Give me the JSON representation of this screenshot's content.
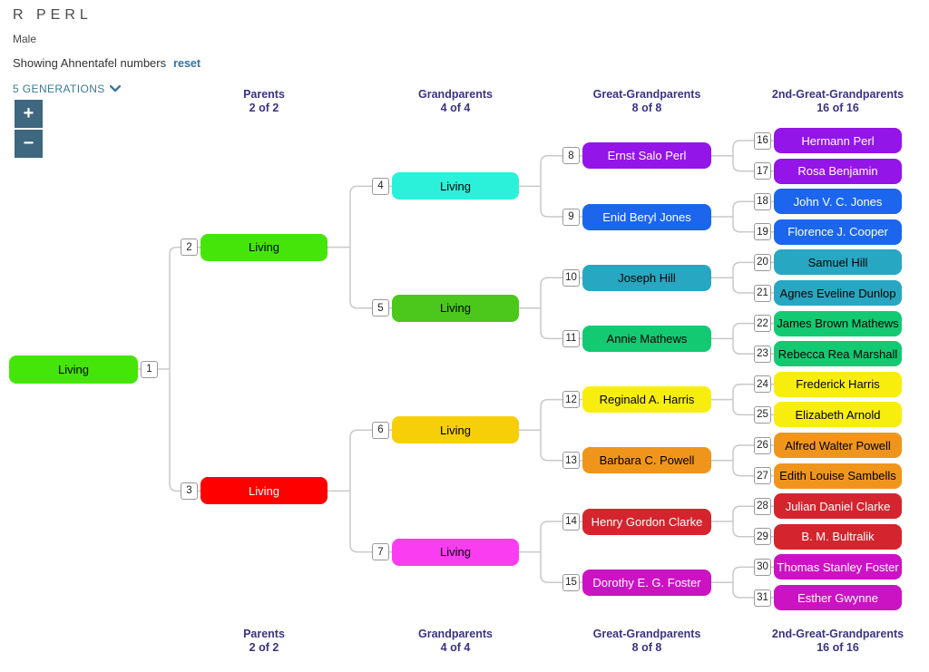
{
  "header": {
    "title": "R PERL",
    "subtitle": "Male",
    "showing_label": "Showing Ahnentafel numbers",
    "reset_label": "reset",
    "generations_label": "5 GENERATIONS",
    "zoom_in_label": "+",
    "zoom_out_label": "−"
  },
  "columns": [
    {
      "label": "Parents",
      "count": "2 of 2"
    },
    {
      "label": "Grandparents",
      "count": "4 of 4"
    },
    {
      "label": "Great-Grandparents",
      "count": "8 of 8"
    },
    {
      "label": "2nd-Great-Grandparents",
      "count": "16 of 16"
    }
  ],
  "colors": {
    "connector": "#c9c9c9",
    "heading": "#3b3382",
    "accent_blue": "#3273a3",
    "control_slate": "#3e6780"
  },
  "nodes": [
    {
      "id": 1,
      "label": "Living",
      "bg": "#45e50a",
      "fg": "#000000"
    },
    {
      "id": 2,
      "label": "Living",
      "bg": "#45e50a",
      "fg": "#000000"
    },
    {
      "id": 3,
      "label": "Living",
      "bg": "#fe0000",
      "fg": "#ffffff"
    },
    {
      "id": 4,
      "label": "Living",
      "bg": "#2cf1da",
      "fg": "#000000"
    },
    {
      "id": 5,
      "label": "Living",
      "bg": "#4cc71b",
      "fg": "#000000"
    },
    {
      "id": 6,
      "label": "Living",
      "bg": "#f7cf08",
      "fg": "#000000"
    },
    {
      "id": 7,
      "label": "Living",
      "bg": "#fb3df2",
      "fg": "#000000"
    },
    {
      "id": 8,
      "label": "Ernst Salo Perl",
      "bg": "#9415e8",
      "fg": "#ffffff"
    },
    {
      "id": 9,
      "label": "Enid Beryl Jones",
      "bg": "#1b66ed",
      "fg": "#ffffff"
    },
    {
      "id": 10,
      "label": "Joseph Hill",
      "bg": "#27a7c2",
      "fg": "#000000"
    },
    {
      "id": 11,
      "label": "Annie Mathews",
      "bg": "#13ca73",
      "fg": "#000000"
    },
    {
      "id": 12,
      "label": "Reginald A. Harris",
      "bg": "#f8ee0d",
      "fg": "#000000"
    },
    {
      "id": 13,
      "label": "Barbara C. Powell",
      "bg": "#f0951c",
      "fg": "#000000"
    },
    {
      "id": 14,
      "label": "Henry Gordon Clarke",
      "bg": "#d4252e",
      "fg": "#ffffff"
    },
    {
      "id": 15,
      "label": "Dorothy E. G. Foster",
      "bg": "#cc13c3",
      "fg": "#ffffff"
    },
    {
      "id": 16,
      "label": "Hermann Perl",
      "bg": "#9415e8",
      "fg": "#ffffff"
    },
    {
      "id": 17,
      "label": "Rosa Benjamin",
      "bg": "#9415e8",
      "fg": "#ffffff"
    },
    {
      "id": 18,
      "label": "John V. C. Jones",
      "bg": "#1b66ed",
      "fg": "#ffffff"
    },
    {
      "id": 19,
      "label": "Florence J. Cooper",
      "bg": "#1b66ed",
      "fg": "#ffffff"
    },
    {
      "id": 20,
      "label": "Samuel Hill",
      "bg": "#27a7c2",
      "fg": "#000000"
    },
    {
      "id": 21,
      "label": "Agnes Eveline Dunlop",
      "bg": "#27a7c2",
      "fg": "#000000"
    },
    {
      "id": 22,
      "label": "James Brown Mathews",
      "bg": "#13ca73",
      "fg": "#000000"
    },
    {
      "id": 23,
      "label": "Rebecca Rea Marshall",
      "bg": "#13ca73",
      "fg": "#000000"
    },
    {
      "id": 24,
      "label": "Frederick Harris",
      "bg": "#f8ee0d",
      "fg": "#000000"
    },
    {
      "id": 25,
      "label": "Elizabeth Arnold",
      "bg": "#f8ee0d",
      "fg": "#000000"
    },
    {
      "id": 26,
      "label": "Alfred Walter Powell",
      "bg": "#f0951c",
      "fg": "#000000"
    },
    {
      "id": 27,
      "label": "Edith Louise Sambells",
      "bg": "#f0951c",
      "fg": "#000000"
    },
    {
      "id": 28,
      "label": "Julian Daniel Clarke",
      "bg": "#d4252e",
      "fg": "#ffffff"
    },
    {
      "id": 29,
      "label": "B. M. Bultralik",
      "bg": "#d4252e",
      "fg": "#ffffff"
    },
    {
      "id": 30,
      "label": "Thomas Stanley Foster",
      "bg": "#cc13c3",
      "fg": "#ffffff"
    },
    {
      "id": 31,
      "label": "Esther Gwynne",
      "bg": "#cc13c3",
      "fg": "#ffffff"
    }
  ]
}
